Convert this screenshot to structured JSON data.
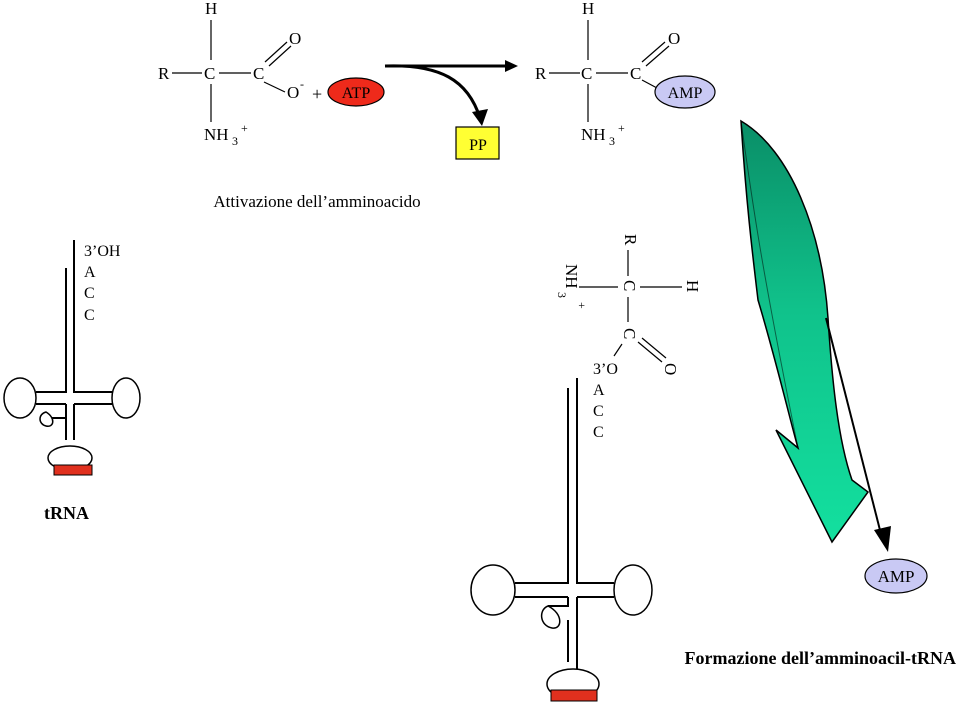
{
  "activation": {
    "reactant": {
      "R": "R",
      "C1": "C",
      "C2": "C",
      "H": "H",
      "O_top": "O",
      "O_minus": "O",
      "minus_sup": "-",
      "NH": "NH",
      "sub3": "3",
      "plus_sup": "+"
    },
    "plus_sign": "+",
    "atp_label": "ATP",
    "pp_label": "PP",
    "product": {
      "R": "R",
      "C1": "C",
      "C2": "C",
      "H": "H",
      "O_top": "O",
      "NH": "NH",
      "sub3": "3",
      "plus_sup": "+"
    },
    "amp_label": "AMP",
    "caption": "Attivazione dell’amminoacido"
  },
  "trna_left": {
    "seq": [
      "3’OH",
      "A",
      "C",
      "C"
    ],
    "label": "tRNA"
  },
  "aminoacyl": {
    "R": "R",
    "C1": "C",
    "H": "H",
    "NH3": "NH",
    "sub3": "3",
    "plus_sup": "+",
    "C2": "C",
    "O_dbl": "O",
    "seq": [
      "3’O",
      "A",
      "C",
      "C"
    ]
  },
  "amp_right_label": "AMP",
  "caption_bottom": "Formazione dell’amminoacil-tRNA",
  "colors": {
    "atp_fill": "#ee2a1b",
    "pp_fill": "#ffff33",
    "amp_fill": "#c9c9f4",
    "anticodon": "#e0301e",
    "arrow_fill": "#13d99b",
    "arrow_dark": "#0a9a70"
  }
}
